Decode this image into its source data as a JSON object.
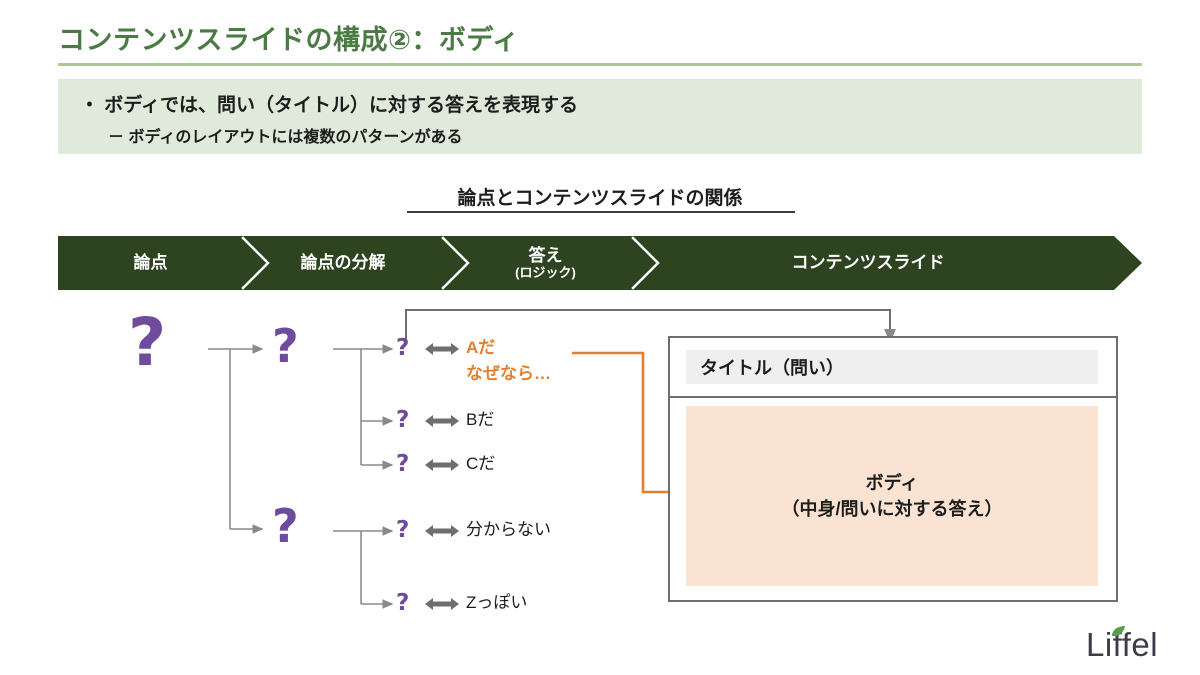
{
  "slide": {
    "title": "コンテンツスライドの構成②：ボディ",
    "title_color": "#4b7a44",
    "rule_color": "#a8c79e"
  },
  "lead": {
    "bg_color": "#dfeadb",
    "bullet_1": "・ ボディでは、問い（タイトル）に対する答えを表現する",
    "bullet_2": "－ ボディのレイアウトには複数のパターンがある"
  },
  "section": {
    "heading": "論点とコンテンツスライドの関係"
  },
  "banner": {
    "fill_color": "#2e4420",
    "text_color": "#ffffff",
    "steps": [
      {
        "label": "論点",
        "sub": ""
      },
      {
        "label": "論点の分解",
        "sub": ""
      },
      {
        "label": "答え",
        "sub": "(ロジック)"
      },
      {
        "label": "コンテンツスライド",
        "sub": ""
      }
    ]
  },
  "tree": {
    "question_glyph": "?",
    "question_color": "#6f4b9e",
    "connector_color": "#8a8a8a",
    "accent_color": "#e08030",
    "root": {
      "glyph": "?"
    },
    "branches": [
      {
        "glyph": "?",
        "leaves": [
          {
            "glyph": "?",
            "line1": "Aだ",
            "line2": "なぜなら…",
            "accent": true
          },
          {
            "glyph": "?",
            "line1": "Bだ",
            "line2": "",
            "accent": false
          },
          {
            "glyph": "?",
            "line1": "Cだ",
            "line2": "",
            "accent": false
          }
        ]
      },
      {
        "glyph": "?",
        "leaves": [
          {
            "glyph": "?",
            "line1": "分からない",
            "line2": "",
            "accent": false
          },
          {
            "glyph": "?",
            "line1": "Zっぽい",
            "line2": "",
            "accent": false
          }
        ]
      }
    ]
  },
  "card": {
    "border_color": "#6e6e6e",
    "title_bg": "#efefef",
    "body_bg": "#fae3d2",
    "title": "タイトル（問い）",
    "body_line1": "ボディ",
    "body_line2": "（中身/問いに対する答え）"
  },
  "logo": {
    "text": "Liffel",
    "leaf_color": "#5f9c4a",
    "text_color": "#3c3c4b"
  }
}
